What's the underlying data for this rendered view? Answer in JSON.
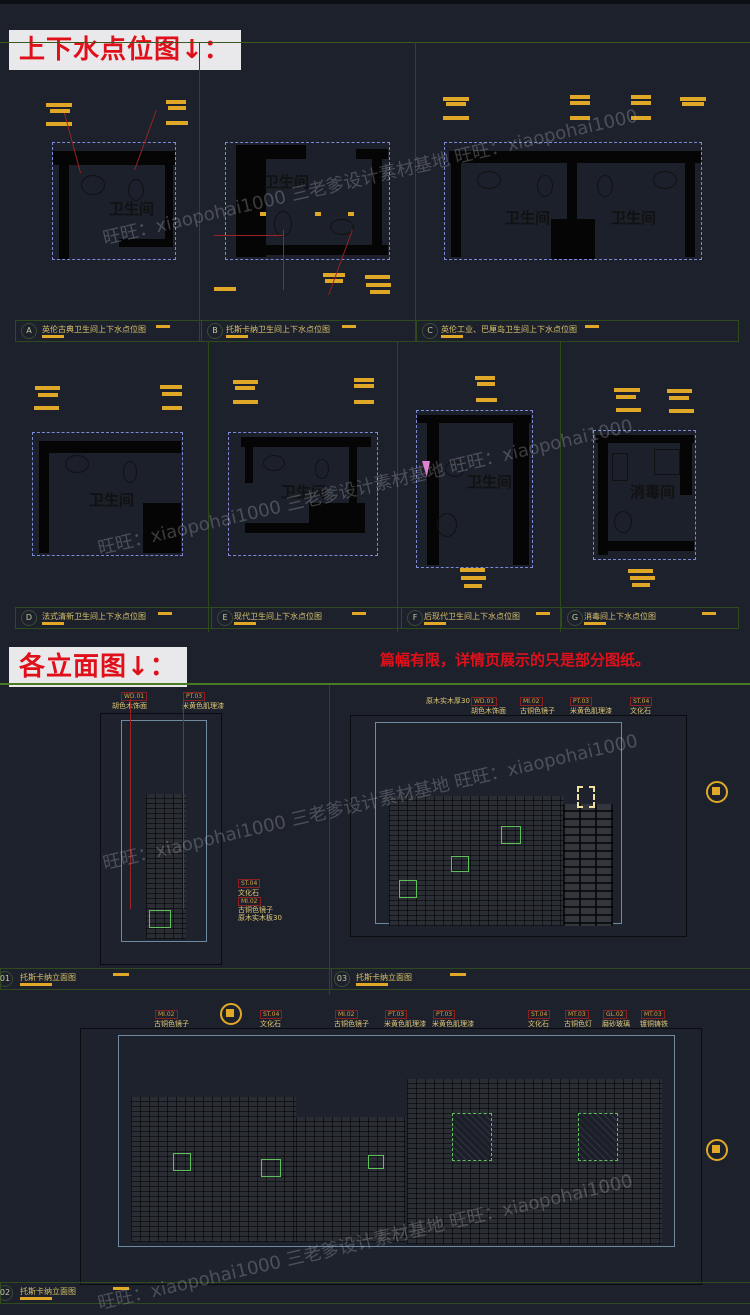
{
  "sections": {
    "plumbing_header": "上下水点位图↓：",
    "elevation_header": "各立面图↓：",
    "notice": "篇幅有限，详情页展示的只是部分图纸。"
  },
  "plans": [
    {
      "id": "A",
      "title": "英伦古典卫生间上下水点位图",
      "room": "卫生间"
    },
    {
      "id": "B",
      "title": "托斯卡纳卫生间上下水点位图",
      "room": "卫生间"
    },
    {
      "id": "C",
      "title": "英伦工业、巴厘岛卫生间上下水点位图",
      "room": "卫生间",
      "room2": "卫生间"
    },
    {
      "id": "D",
      "title": "法式清新卫生间上下水点位图",
      "room": "卫生间"
    },
    {
      "id": "E",
      "title": "现代卫生间上下水点位图",
      "room": "卫生间"
    },
    {
      "id": "F",
      "title": "后现代卫生间上下水点位图",
      "room": "卫生间"
    },
    {
      "id": "G",
      "title": "消毒间上下水点位图",
      "room": "消毒间"
    }
  ],
  "elevations": [
    {
      "id": "01",
      "title": "托斯卡纳立面图",
      "materials": [
        {
          "code": "WD.01",
          "name": "胡色木饰面"
        },
        {
          "code": "PT.03",
          "name": "米黄色肌理漆"
        }
      ],
      "side_materials": [
        {
          "code": "ST.04",
          "name": "文化石"
        },
        {
          "code": "MI.02",
          "name": "古铜色镜子"
        },
        {
          "code": "",
          "name": "原木实木板30"
        }
      ]
    },
    {
      "id": "03",
      "title": "托斯卡纳立面图",
      "materials": [
        {
          "code": "",
          "name": "原木实木厚30"
        },
        {
          "code": "WD.01",
          "name": "胡色木饰面"
        },
        {
          "code": "MI.02",
          "name": "古铜色镜子"
        },
        {
          "code": "PT.03",
          "name": "米黄色肌理漆"
        },
        {
          "code": "ST.04",
          "name": "文化石"
        }
      ]
    },
    {
      "id": "02",
      "title": "托斯卡纳立面图",
      "materials": [
        {
          "code": "MI.02",
          "name": "古铜色镜子"
        },
        {
          "code": "ST.04",
          "name": "文化石"
        },
        {
          "code": "MI.02",
          "name": "古铜色镜子"
        },
        {
          "code": "PT.03",
          "name": "米黄色肌理漆"
        },
        {
          "code": "PT.03",
          "name": "米黄色肌理漆"
        },
        {
          "code": "ST.04",
          "name": "文化石"
        },
        {
          "code": "MT.03",
          "name": "古铜色灯"
        },
        {
          "code": "GL.02",
          "name": "磨砂玻璃"
        },
        {
          "code": "MT.03",
          "name": "镀铜铸铁"
        }
      ]
    }
  ],
  "watermarks": [
    {
      "text": "旺旺：xiaopohai1000 三老爹设计素材基地 旺旺：xiaopohai1000"
    },
    {
      "text": "旺旺：xiaopohai1000 三老爹设计素材基地 旺旺：xiaopohai1000"
    },
    {
      "text": "旺旺：xiaopohai1000 三老爹设计素材基地 旺旺：xiaopohai1000"
    },
    {
      "text": "旺旺：xiaopohai1000 三老爹设计素材基地 旺旺：xiaopohai1000"
    }
  ],
  "colors": {
    "background": "#1c212c",
    "banner_text": "#e0101a",
    "banner_bg": "#e9e9eb",
    "tag": "#e0a826",
    "leader": "#9b2323",
    "dashed_outline": "#7d8ad8"
  }
}
